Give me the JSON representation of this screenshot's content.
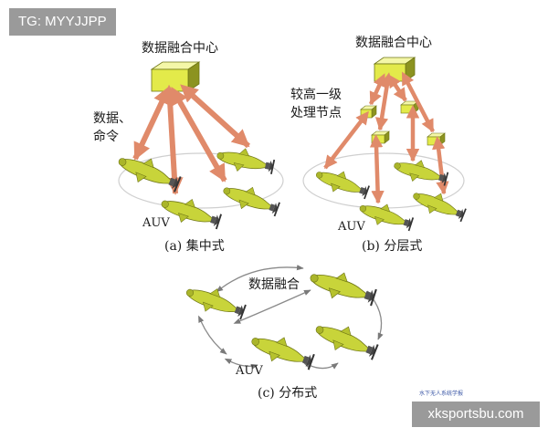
{
  "top_left_tag": "TG: MYYJJPP",
  "bottom_right_tag": "xksportsbu.com",
  "watermark_small": "水下无人系统学报",
  "panel_a": {
    "center_label": "数据融合中心",
    "link_label_line1": "数据、",
    "link_label_line2": "命令",
    "auv_label": "AUV",
    "caption": "(a) 集中式"
  },
  "panel_b": {
    "center_label": "数据融合中心",
    "node_label_line1": "较高一级",
    "node_label_line2": "处理节点",
    "auv_label": "AUV",
    "caption": "(b) 分层式"
  },
  "panel_c": {
    "fusion_label": "数据融合",
    "auv_label": "AUV",
    "caption": "(c) 分布式"
  },
  "colors": {
    "arrow": "#e08a6a",
    "box_front": "#e3ea4a",
    "box_top": "#f4f7a8",
    "box_side": "#8c9320",
    "auv_body": "#c8d43a",
    "orbit": "#cfcfcf",
    "grey_arrow": "#8a8a8a"
  }
}
